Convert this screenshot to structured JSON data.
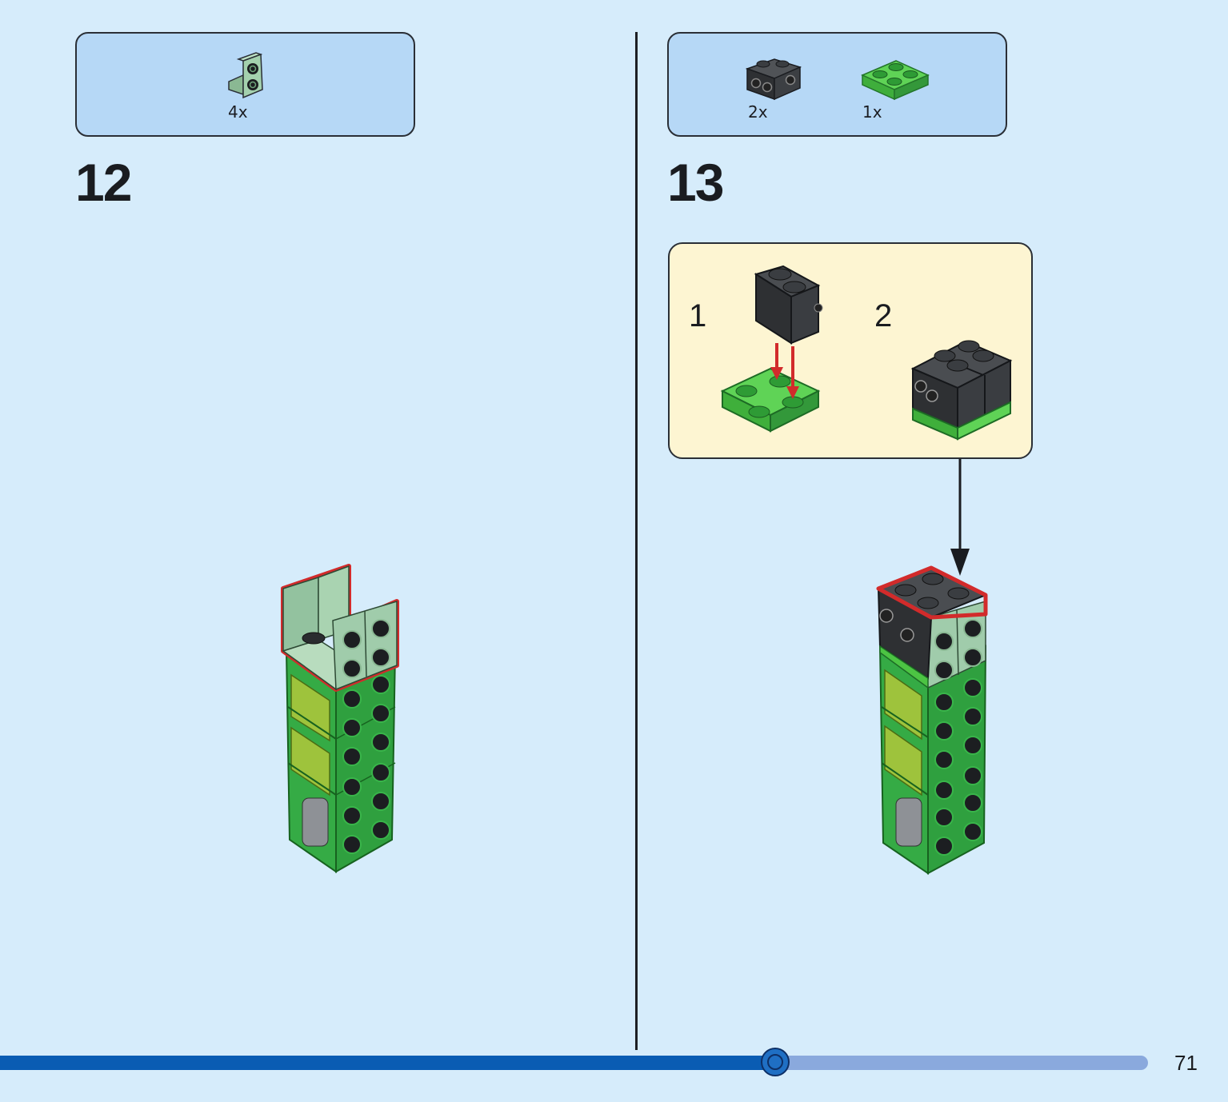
{
  "steps": [
    {
      "number": "12",
      "parts": [
        {
          "part": "sand-green-bracket-1x2-2x2",
          "quantity": "4x",
          "color": "#9cc9a6"
        }
      ]
    },
    {
      "number": "13",
      "parts": [
        {
          "part": "black-brick-1x2-with-studs-on-side",
          "quantity": "2x",
          "color": "#2e3033"
        },
        {
          "part": "bright-green-plate-2x2",
          "quantity": "1x",
          "color": "#4cc443"
        }
      ],
      "substeps": [
        "1",
        "2"
      ]
    }
  ],
  "colors": {
    "background": "#d6ecfb",
    "parts_box": "#b6d8f6",
    "substep_box": "#fdf5d2",
    "highlight": "#d22b2b",
    "green_brick": "#37b14a",
    "lime_tile": "#9ec33c",
    "black_brick": "#2e3033"
  },
  "progress": {
    "fraction": 0.675
  },
  "page_number": "71"
}
